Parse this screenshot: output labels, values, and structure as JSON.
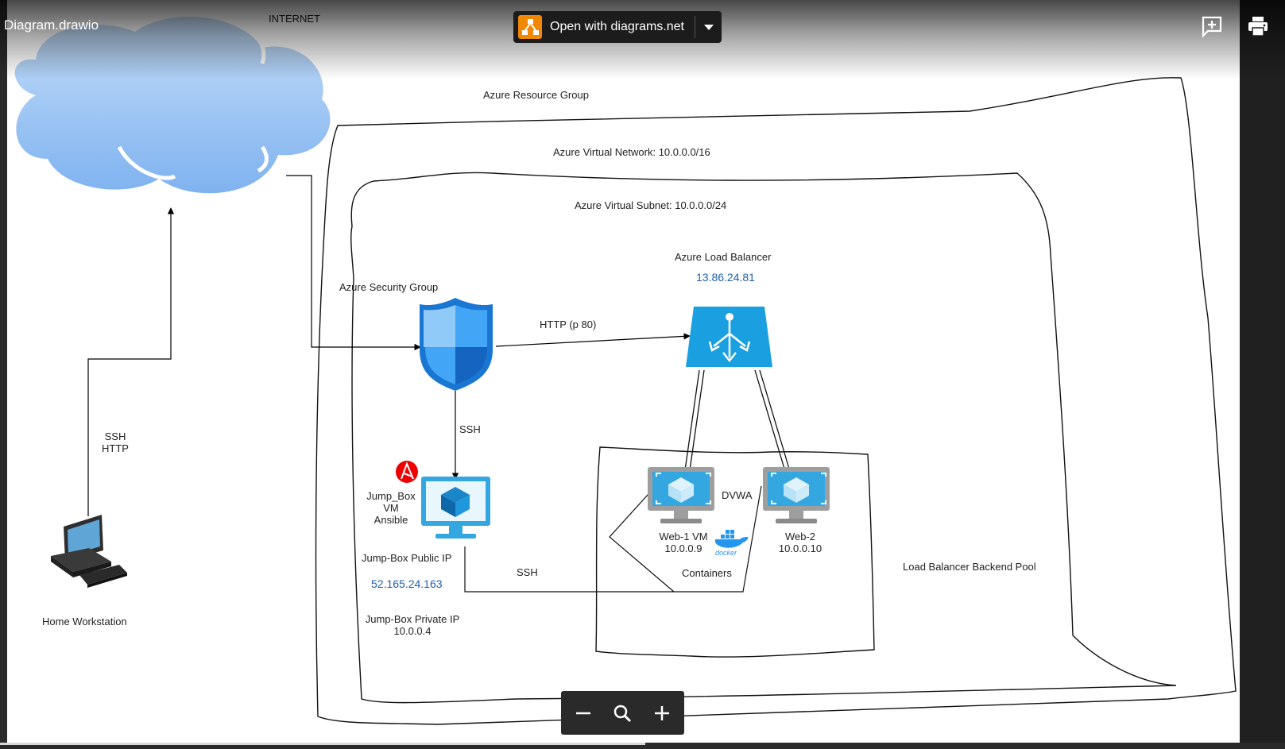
{
  "header": {
    "file_title": "Diagram.drawio",
    "open_button_label": "Open with diagrams.net"
  },
  "diagram": {
    "labels": {
      "internet": "INTERNET",
      "resource_group": "Azure Resource Group",
      "virtual_network": "Azure Virtual Network: 10.0.0.0/16",
      "virtual_subnet": "Azure Virtual Subnet: 10.0.0.0/24",
      "load_balancer": "Azure Load Balancer",
      "load_balancer_ip": "13.86.24.81",
      "security_group": "Azure Security Group",
      "http_edge": "HTTP (p 80)",
      "ssh_edge": "SSH",
      "ssh_http_line1": "SSH",
      "ssh_http_line2": "HTTP",
      "jumpbox_line1": "Jump_Box",
      "jumpbox_line2": "VM",
      "jumpbox_line3": "Ansible",
      "jumpbox_public_ip_label": "Jump-Box Public IP",
      "jumpbox_public_ip": "52.165.24.163",
      "jumpbox_private_ip_label": "Jump-Box Private IP",
      "jumpbox_private_ip": "10.0.0.4",
      "ssh_bottom": "SSH",
      "dvwa": "DVWA",
      "web1_name": "Web-1 VM",
      "web1_ip": "10.0.0.9",
      "web2_name": "Web-2",
      "web2_ip": "10.0.0.10",
      "containers": "Containers",
      "docker": "docker",
      "backend_pool": "Load Balancer Backend Pool",
      "home_workstation": "Home Workstation",
      "ansible_badge": "A"
    },
    "colors": {
      "cloud": "#8fbdf2",
      "azure_blue": "#1aa0e0",
      "shield_dark": "#1565c0",
      "shield_light": "#64b5f6",
      "ip_text": "#1f5fa8",
      "drawio_orange": "#f08705",
      "ansible_red": "#e00"
    }
  },
  "icons": [
    "drawio-logo-icon",
    "comment-add-icon",
    "print-icon",
    "cloud-icon",
    "shield-icon",
    "load-balancer-icon",
    "vm-icon",
    "monitor-vm-icon",
    "docker-icon",
    "workstation-icon",
    "ansible-icon",
    "zoom-out-icon",
    "zoom-icon",
    "zoom-in-icon"
  ]
}
